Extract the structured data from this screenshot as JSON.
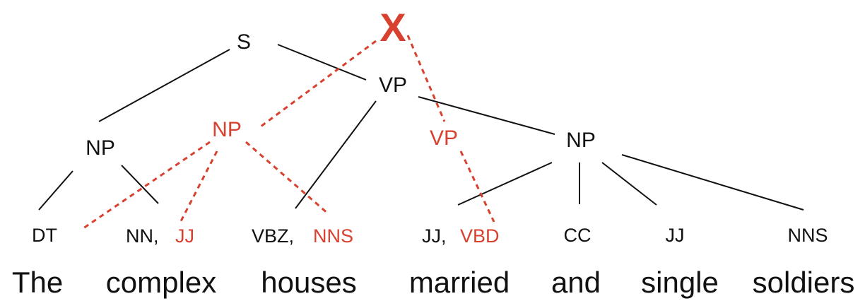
{
  "colors": {
    "gold": "#111111",
    "alt": "#d8412f"
  },
  "nodes": {
    "s": "S",
    "vp": "VP",
    "np_left": "NP",
    "np_right": "NP",
    "alt_np": "NP",
    "alt_vp": "VP",
    "alt_root_mark": "X"
  },
  "tags": {
    "dt": "DT",
    "nn": "NN,",
    "jj_alt": "JJ",
    "vbz": "VBZ,",
    "nns_alt": "NNS",
    "jj": "JJ,",
    "vbd_alt": "VBD",
    "cc": "CC",
    "jj2": "JJ",
    "nns": "NNS"
  },
  "words": [
    "The",
    "complex",
    "houses",
    "married",
    "and",
    "single",
    "soldiers"
  ]
}
